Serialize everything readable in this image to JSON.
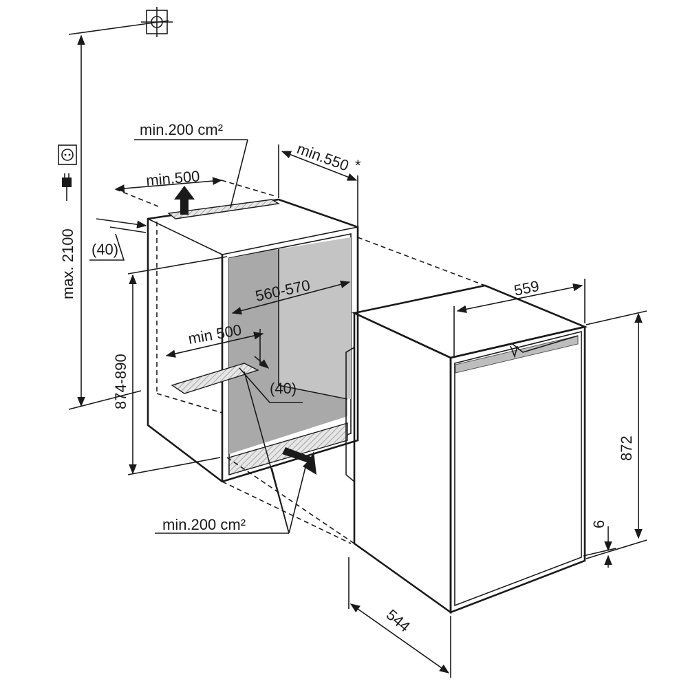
{
  "dimensions": {
    "max_height": "max. 2100",
    "niche_height": "874-890",
    "niche_width": "560-570",
    "top_vent_area": "min.200 cm²",
    "top_vent_length": "min.500",
    "depth_min": "min.550",
    "depth_note": "*",
    "top_gap": "(40)",
    "bottom_vent_length": "min 500",
    "bottom_gap": "(40)",
    "bottom_vent_area": "min.200 cm²",
    "appliance_width": "559",
    "appliance_height": "872",
    "appliance_depth": "544",
    "plinth_gap": "6"
  },
  "icons": {
    "crosshair": "crosshair-icon",
    "socket": "power-socket-icon",
    "plug": "power-plug-icon"
  }
}
